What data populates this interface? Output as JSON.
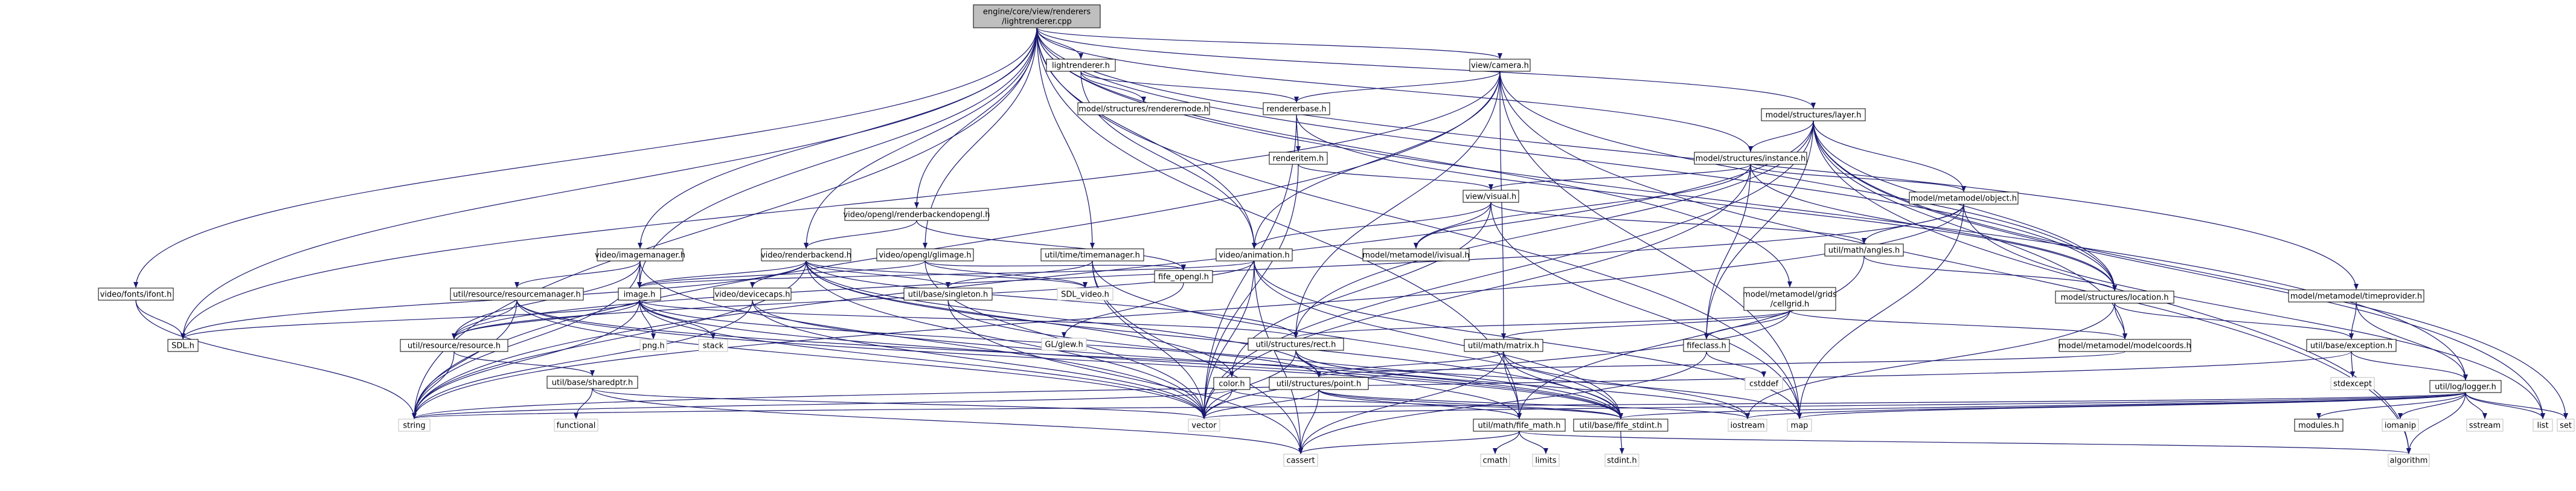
{
  "colors": {
    "edge": "#191970",
    "normal_fill": "#ffffff",
    "normal_stroke": "#000000",
    "root_fill": "#bfbfbf",
    "external_stroke": "#bfbfbf",
    "external_text": "#000000"
  },
  "nodes": [
    {
      "id": "root",
      "lines": [
        "engine/core/view/renderers",
        "/lightrenderer.cpp"
      ],
      "kind": "root"
    },
    {
      "id": "lightrenderer_h",
      "lines": [
        "lightrenderer.h"
      ],
      "kind": "normal"
    },
    {
      "id": "view_camera_h",
      "lines": [
        "view/camera.h"
      ],
      "kind": "normal"
    },
    {
      "id": "model_structures_layer_h",
      "lines": [
        "model/structures/layer.h"
      ],
      "kind": "normal"
    },
    {
      "id": "model_structures_instance_h",
      "lines": [
        "model/structures/instance.h"
      ],
      "kind": "normal"
    },
    {
      "id": "model_structures_location_h",
      "lines": [
        "model/structures/location.h"
      ],
      "kind": "normal"
    },
    {
      "id": "model_metamodel_object_h",
      "lines": [
        "model/metamodel/object.h"
      ],
      "kind": "normal"
    },
    {
      "id": "model_metamodel_grids_cellgrid_h",
      "lines": [
        "model/metamodel/grids",
        "/cellgrid.h"
      ],
      "kind": "normal"
    },
    {
      "id": "model_metamodel_timeprovider_h",
      "lines": [
        "model/metamodel/timeprovider.h"
      ],
      "kind": "normal"
    },
    {
      "id": "model_metamodel_modelcoords_h",
      "lines": [
        "model/metamodel/modelcoords.h"
      ],
      "kind": "normal"
    },
    {
      "id": "model_metamodel_ivisual_h",
      "lines": [
        "model/metamodel/ivisual.h"
      ],
      "kind": "normal"
    },
    {
      "id": "model_structures_renderernode_h",
      "lines": [
        "model/structures/renderernode.h"
      ],
      "kind": "normal"
    },
    {
      "id": "rendererbase_h",
      "lines": [
        "rendererbase.h"
      ],
      "kind": "normal"
    },
    {
      "id": "renderitem_h",
      "lines": [
        "renderitem.h"
      ],
      "kind": "normal"
    },
    {
      "id": "view_visual_h",
      "lines": [
        "view/visual.h"
      ],
      "kind": "normal"
    },
    {
      "id": "video_animation_h",
      "lines": [
        "video/animation.h"
      ],
      "kind": "normal"
    },
    {
      "id": "video_renderbackend_h",
      "lines": [
        "video/renderbackend.h"
      ],
      "kind": "normal"
    },
    {
      "id": "video_imagemanager_h",
      "lines": [
        "video/imagemanager.h"
      ],
      "kind": "normal"
    },
    {
      "id": "video_image_h",
      "lines": [
        "image.h"
      ],
      "kind": "normal"
    },
    {
      "id": "video_devicecaps_h",
      "lines": [
        "video/devicecaps.h"
      ],
      "kind": "normal"
    },
    {
      "id": "video_opengl_renderbackendopengl_h",
      "lines": [
        "video/opengl/renderbackendopengl.h"
      ],
      "kind": "normal"
    },
    {
      "id": "video_opengl_glimage_h",
      "lines": [
        "video/opengl/glimage.h"
      ],
      "kind": "normal"
    },
    {
      "id": "video_fonts_ifont_h",
      "lines": [
        "video/fonts/ifont.h"
      ],
      "kind": "normal"
    },
    {
      "id": "fife_opengl_h",
      "lines": [
        "fife_opengl.h"
      ],
      "kind": "normal"
    },
    {
      "id": "util_time_timemanager_h",
      "lines": [
        "util/time/timemanager.h"
      ],
      "kind": "normal"
    },
    {
      "id": "util_base_singleton_h",
      "lines": [
        "util/base/singleton.h"
      ],
      "kind": "normal"
    },
    {
      "id": "util_resource_resourcemanager_h",
      "lines": [
        "util/resource/resourcemanager.h"
      ],
      "kind": "normal"
    },
    {
      "id": "util_resource_resource_h",
      "lines": [
        "util/resource/resource.h"
      ],
      "kind": "normal"
    },
    {
      "id": "util_base_sharedptr_h",
      "lines": [
        "util/base/sharedptr.h"
      ],
      "kind": "normal"
    },
    {
      "id": "util_structures_rect_h",
      "lines": [
        "util/structures/rect.h"
      ],
      "kind": "normal"
    },
    {
      "id": "util_structures_point_h",
      "lines": [
        "util/structures/point.h"
      ],
      "kind": "normal"
    },
    {
      "id": "util_math_matrix_h",
      "lines": [
        "util/math/matrix.h"
      ],
      "kind": "normal"
    },
    {
      "id": "util_math_angles_h",
      "lines": [
        "util/math/angles.h"
      ],
      "kind": "normal"
    },
    {
      "id": "util_math_fife_math_h",
      "lines": [
        "util/math/fife_math.h"
      ],
      "kind": "normal"
    },
    {
      "id": "util_base_fife_stdint_h",
      "lines": [
        "util/base/fife_stdint.h"
      ],
      "kind": "normal"
    },
    {
      "id": "util_base_exception_h",
      "lines": [
        "util/base/exception.h"
      ],
      "kind": "normal"
    },
    {
      "id": "util_log_logger_h",
      "lines": [
        "util/log/logger.h"
      ],
      "kind": "normal"
    },
    {
      "id": "modules_h",
      "lines": [
        "modules.h"
      ],
      "kind": "normal"
    },
    {
      "id": "color_h",
      "lines": [
        "color.h"
      ],
      "kind": "normal"
    },
    {
      "id": "fifeclass_h",
      "lines": [
        "fifeclass.h"
      ],
      "kind": "normal"
    },
    {
      "id": "SDL_h",
      "lines": [
        "SDL.h"
      ],
      "kind": "normal"
    },
    {
      "id": "SDL_video_h",
      "lines": [
        "SDL_video.h"
      ],
      "kind": "external"
    },
    {
      "id": "GL_glew_h",
      "lines": [
        "GL/glew.h"
      ],
      "kind": "external"
    },
    {
      "id": "png_h",
      "lines": [
        "png.h"
      ],
      "kind": "external"
    },
    {
      "id": "stack",
      "lines": [
        "stack"
      ],
      "kind": "external"
    },
    {
      "id": "functional",
      "lines": [
        "functional"
      ],
      "kind": "external"
    },
    {
      "id": "cstddef",
      "lines": [
        "cstddef"
      ],
      "kind": "external"
    },
    {
      "id": "stdexcept",
      "lines": [
        "stdexcept"
      ],
      "kind": "external"
    },
    {
      "id": "string",
      "lines": [
        "string"
      ],
      "kind": "external"
    },
    {
      "id": "vector",
      "lines": [
        "vector"
      ],
      "kind": "external"
    },
    {
      "id": "map",
      "lines": [
        "map"
      ],
      "kind": "external"
    },
    {
      "id": "cassert",
      "lines": [
        "cassert"
      ],
      "kind": "external"
    },
    {
      "id": "iostream",
      "lines": [
        "iostream"
      ],
      "kind": "external"
    },
    {
      "id": "algorithm",
      "lines": [
        "algorithm"
      ],
      "kind": "external"
    },
    {
      "id": "list",
      "lines": [
        "list"
      ],
      "kind": "external"
    },
    {
      "id": "set",
      "lines": [
        "set"
      ],
      "kind": "external"
    },
    {
      "id": "iomanip",
      "lines": [
        "iomanip"
      ],
      "kind": "external"
    },
    {
      "id": "sstream",
      "lines": [
        "sstream"
      ],
      "kind": "external"
    },
    {
      "id": "cmath",
      "lines": [
        "cmath"
      ],
      "kind": "external"
    },
    {
      "id": "limits",
      "lines": [
        "limits"
      ],
      "kind": "external"
    },
    {
      "id": "stdint_h",
      "lines": [
        "stdint.h"
      ],
      "kind": "external"
    }
  ],
  "edges": [
    [
      "root",
      "lightrenderer_h"
    ],
    [
      "root",
      "view_camera_h"
    ],
    [
      "root",
      "model_structures_layer_h"
    ],
    [
      "root",
      "model_structures_instance_h"
    ],
    [
      "root",
      "model_structures_location_h"
    ],
    [
      "root",
      "model_metamodel_grids_cellgrid_h"
    ],
    [
      "root",
      "model_metamodel_timeprovider_h"
    ],
    [
      "root",
      "video_animation_h"
    ],
    [
      "root",
      "video_renderbackend_h"
    ],
    [
      "root",
      "video_imagemanager_h"
    ],
    [
      "root",
      "video_image_h"
    ],
    [
      "root",
      "video_opengl_renderbackendopengl_h"
    ],
    [
      "root",
      "video_opengl_glimage_h"
    ],
    [
      "root",
      "video_fonts_ifont_h"
    ],
    [
      "root",
      "util_time_timemanager_h"
    ],
    [
      "root",
      "util_math_fife_math_h"
    ],
    [
      "root",
      "util_log_logger_h"
    ],
    [
      "root",
      "SDL_h"
    ],
    [
      "root",
      "map"
    ],
    [
      "root",
      "string"
    ],
    [
      "lightrenderer_h",
      "model_structures_renderernode_h"
    ],
    [
      "lightrenderer_h",
      "rendererbase_h"
    ],
    [
      "lightrenderer_h",
      "video_animation_h"
    ],
    [
      "view_camera_h",
      "rendererbase_h"
    ],
    [
      "view_camera_h",
      "video_animation_h"
    ],
    [
      "view_camera_h",
      "util_math_matrix_h"
    ],
    [
      "view_camera_h",
      "util_structures_rect_h"
    ],
    [
      "view_camera_h",
      "model_structures_location_h"
    ],
    [
      "view_camera_h",
      "SDL_h"
    ],
    [
      "view_camera_h",
      "string"
    ],
    [
      "view_camera_h",
      "map"
    ],
    [
      "view_camera_h",
      "algorithm"
    ],
    [
      "rendererbase_h",
      "renderitem_h"
    ],
    [
      "rendererbase_h",
      "model_structures_location_h"
    ],
    [
      "rendererbase_h",
      "vector"
    ],
    [
      "renderitem_h",
      "view_visual_h"
    ],
    [
      "renderitem_h",
      "vector"
    ],
    [
      "view_visual_h",
      "model_metamodel_ivisual_h"
    ],
    [
      "view_visual_h",
      "video_animation_h"
    ],
    [
      "view_visual_h",
      "util_math_angles_h"
    ],
    [
      "view_visual_h",
      "color_h"
    ],
    [
      "view_visual_h",
      "map"
    ],
    [
      "model_structures_layer_h",
      "model_structures_instance_h"
    ],
    [
      "model_structures_layer_h",
      "model_metamodel_object_h"
    ],
    [
      "model_structures_layer_h",
      "model_metamodel_modelcoords_h"
    ],
    [
      "model_structures_layer_h",
      "model_structures_location_h"
    ],
    [
      "model_structures_layer_h",
      "util_structures_rect_h"
    ],
    [
      "model_structures_layer_h",
      "fifeclass_h"
    ],
    [
      "model_structures_layer_h",
      "list"
    ],
    [
      "model_structures_layer_h",
      "set"
    ],
    [
      "model_structures_layer_h",
      "string"
    ],
    [
      "model_structures_layer_h",
      "vector"
    ],
    [
      "model_structures_layer_h",
      "algorithm"
    ],
    [
      "model_structures_instance_h",
      "model_metamodel_object_h"
    ],
    [
      "model_structures_instance_h",
      "view_visual_h"
    ],
    [
      "model_structures_instance_h",
      "model_structures_location_h"
    ],
    [
      "model_structures_instance_h",
      "fifeclass_h"
    ],
    [
      "model_structures_instance_h",
      "model_metamodel_ivisual_h"
    ],
    [
      "model_structures_instance_h",
      "vector"
    ],
    [
      "model_metamodel_object_h",
      "util_math_angles_h"
    ],
    [
      "model_metamodel_object_h",
      "util_resource_resource_h"
    ],
    [
      "model_metamodel_object_h",
      "map"
    ],
    [
      "model_metamodel_object_h",
      "list"
    ],
    [
      "model_metamodel_object_h",
      "string"
    ],
    [
      "util_math_angles_h",
      "model_structures_location_h"
    ],
    [
      "util_math_angles_h",
      "util_math_fife_math_h"
    ],
    [
      "model_structures_location_h",
      "model_metamodel_modelcoords_h"
    ],
    [
      "model_structures_location_h",
      "util_base_exception_h"
    ],
    [
      "model_structures_location_h",
      "iostream"
    ],
    [
      "model_metamodel_modelcoords_h",
      "util_structures_point_h"
    ],
    [
      "model_metamodel_grids_cellgrid_h",
      "util_math_matrix_h"
    ],
    [
      "model_metamodel_grids_cellgrid_h",
      "fifeclass_h"
    ],
    [
      "model_metamodel_grids_cellgrid_h",
      "model_metamodel_modelcoords_h"
    ],
    [
      "model_metamodel_grids_cellgrid_h",
      "util_structures_rect_h"
    ],
    [
      "model_metamodel_grids_cellgrid_h",
      "vector"
    ],
    [
      "model_metamodel_timeprovider_h",
      "util_base_exception_h"
    ],
    [
      "model_metamodel_timeprovider_h",
      "util_log_logger_h"
    ],
    [
      "util_base_exception_h",
      "util_log_logger_h"
    ],
    [
      "util_base_exception_h",
      "stdexcept"
    ],
    [
      "util_base_exception_h",
      "string"
    ],
    [
      "util_log_logger_h",
      "modules_h"
    ],
    [
      "util_log_logger_h",
      "util_base_fife_stdint_h"
    ],
    [
      "util_log_logger_h",
      "iomanip"
    ],
    [
      "util_log_logger_h",
      "sstream"
    ],
    [
      "util_log_logger_h",
      "list"
    ],
    [
      "util_log_logger_h",
      "set"
    ],
    [
      "util_log_logger_h",
      "map"
    ],
    [
      "util_log_logger_h",
      "iostream"
    ],
    [
      "util_log_logger_h",
      "string"
    ],
    [
      "util_log_logger_h",
      "vector"
    ],
    [
      "util_log_logger_h",
      "algorithm"
    ],
    [
      "video_animation_h",
      "video_image_h"
    ],
    [
      "video_animation_h",
      "util_resource_resource_h"
    ],
    [
      "video_animation_h",
      "util_base_fife_stdint_h"
    ],
    [
      "video_animation_h",
      "map"
    ],
    [
      "video_animation_h",
      "vector"
    ],
    [
      "video_animation_h",
      "cassert"
    ],
    [
      "video_renderbackend_h",
      "video_image_h"
    ],
    [
      "video_renderbackend_h",
      "video_devicecaps_h"
    ],
    [
      "video_renderbackend_h",
      "util_base_singleton_h"
    ],
    [
      "video_renderbackend_h",
      "util_structures_point_h"
    ],
    [
      "video_renderbackend_h",
      "util_structures_rect_h"
    ],
    [
      "video_renderbackend_h",
      "color_h"
    ],
    [
      "video_renderbackend_h",
      "util_base_fife_stdint_h"
    ],
    [
      "video_renderbackend_h",
      "SDL_h"
    ],
    [
      "video_renderbackend_h",
      "SDL_video_h"
    ],
    [
      "video_renderbackend_h",
      "string"
    ],
    [
      "video_renderbackend_h",
      "vector"
    ],
    [
      "video_imagemanager_h",
      "util_resource_resourcemanager_h"
    ],
    [
      "video_imagemanager_h",
      "video_image_h"
    ],
    [
      "video_imagemanager_h",
      "util_resource_resource_h"
    ],
    [
      "video_imagemanager_h",
      "string"
    ],
    [
      "video_imagemanager_h",
      "vector"
    ],
    [
      "video_image_h",
      "util_resource_resource_h"
    ],
    [
      "video_image_h",
      "util_structures_point_h"
    ],
    [
      "video_image_h",
      "util_structures_rect_h"
    ],
    [
      "video_image_h",
      "util_base_fife_stdint_h"
    ],
    [
      "video_image_h",
      "SDL_h"
    ],
    [
      "video_image_h",
      "png_h"
    ],
    [
      "video_image_h",
      "stack"
    ],
    [
      "video_image_h",
      "string"
    ],
    [
      "video_image_h",
      "vector"
    ],
    [
      "video_devicecaps_h",
      "util_base_fife_stdint_h"
    ],
    [
      "video_devicecaps_h",
      "string"
    ],
    [
      "video_devicecaps_h",
      "vector"
    ],
    [
      "video_opengl_renderbackendopengl_h",
      "video_renderbackend_h"
    ],
    [
      "video_opengl_renderbackendopengl_h",
      "fife_opengl_h"
    ],
    [
      "video_opengl_glimage_h",
      "video_image_h"
    ],
    [
      "video_opengl_glimage_h",
      "fife_opengl_h"
    ],
    [
      "video_opengl_glimage_h",
      "SDL_video_h"
    ],
    [
      "video_opengl_glimage_h",
      "vector"
    ],
    [
      "fife_opengl_h",
      "GL_glew_h"
    ],
    [
      "video_fonts_ifont_h",
      "SDL_h"
    ],
    [
      "video_fonts_ifont_h",
      "string"
    ],
    [
      "util_time_timemanager_h",
      "util_base_singleton_h"
    ],
    [
      "util_time_timemanager_h",
      "util_base_fife_stdint_h"
    ],
    [
      "util_time_timemanager_h",
      "vector"
    ],
    [
      "util_time_timemanager_h",
      "cassert"
    ],
    [
      "util_base_singleton_h",
      "util_base_fife_stdint_h"
    ],
    [
      "util_base_singleton_h",
      "cassert"
    ],
    [
      "util_resource_resourcemanager_h",
      "util_resource_resource_h"
    ],
    [
      "util_resource_resourcemanager_h",
      "util_base_fife_stdint_h"
    ],
    [
      "util_resource_resourcemanager_h",
      "map"
    ],
    [
      "util_resource_resourcemanager_h",
      "string"
    ],
    [
      "util_resource_resourcemanager_h",
      "vector"
    ],
    [
      "util_resource_resource_h",
      "util_base_sharedptr_h"
    ],
    [
      "util_resource_resource_h",
      "string"
    ],
    [
      "util_base_sharedptr_h",
      "functional"
    ],
    [
      "util_base_sharedptr_h",
      "cassert"
    ],
    [
      "util_base_sharedptr_h",
      "vector"
    ],
    [
      "util_structures_rect_h",
      "util_structures_point_h"
    ],
    [
      "util_structures_rect_h",
      "util_math_fife_math_h"
    ],
    [
      "util_structures_rect_h",
      "iostream"
    ],
    [
      "util_structures_rect_h",
      "vector"
    ],
    [
      "util_structures_point_h",
      "util_math_fife_math_h"
    ],
    [
      "util_structures_point_h",
      "util_base_fife_stdint_h"
    ],
    [
      "util_structures_point_h",
      "cassert"
    ],
    [
      "util_structures_point_h",
      "vector"
    ],
    [
      "util_structures_point_h",
      "iostream"
    ],
    [
      "util_math_matrix_h",
      "util_math_fife_math_h"
    ],
    [
      "util_math_matrix_h",
      "util_structures_point_h"
    ],
    [
      "util_math_matrix_h",
      "util_base_fife_stdint_h"
    ],
    [
      "util_math_matrix_h",
      "cassert"
    ],
    [
      "util_math_matrix_h",
      "iostream"
    ],
    [
      "util_math_fife_math_h",
      "cassert"
    ],
    [
      "util_math_fife_math_h",
      "cmath"
    ],
    [
      "util_math_fife_math_h",
      "limits"
    ],
    [
      "util_math_fife_math_h",
      "algorithm"
    ],
    [
      "util_base_fife_stdint_h",
      "stdint_h"
    ],
    [
      "color_h",
      "util_base_fife_stdint_h"
    ],
    [
      "color_h",
      "string"
    ],
    [
      "color_h",
      "vector"
    ],
    [
      "fifeclass_h",
      "cstddef"
    ],
    [
      "fifeclass_h",
      "cassert"
    ]
  ]
}
